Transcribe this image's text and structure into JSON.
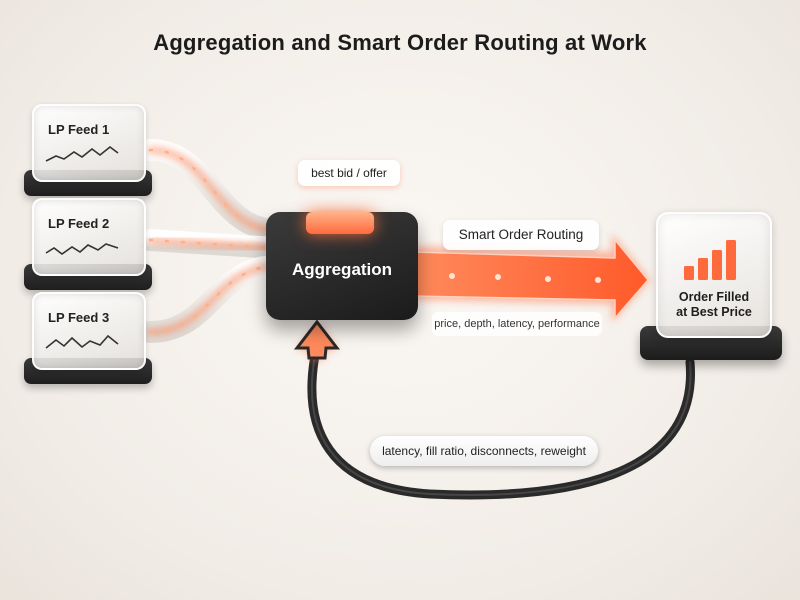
{
  "title": "Aggregation and Smart Order Routing at Work",
  "lp_feeds": [
    {
      "label": "LP Feed 1"
    },
    {
      "label": "LP Feed 2"
    },
    {
      "label": "LP Feed 3"
    }
  ],
  "aggregation": {
    "label": "Aggregation",
    "output_label": "best bid / offer"
  },
  "routing": {
    "label": "Smart Order Routing",
    "criteria": "price, depth, latency, performance"
  },
  "destination": {
    "label_line1": "Order Filled",
    "label_line2": "at Best Price"
  },
  "feedback": {
    "label": "latency, fill ratio, disconnects, reweight"
  },
  "colors": {
    "accent": "#ff6a3d",
    "dark_block": "#1e1e1e",
    "background": "#f3efe9"
  },
  "icons": {
    "feed": "sparkline-icon",
    "destination": "bar-chart-icon",
    "feedback": "arrow-up-icon"
  }
}
